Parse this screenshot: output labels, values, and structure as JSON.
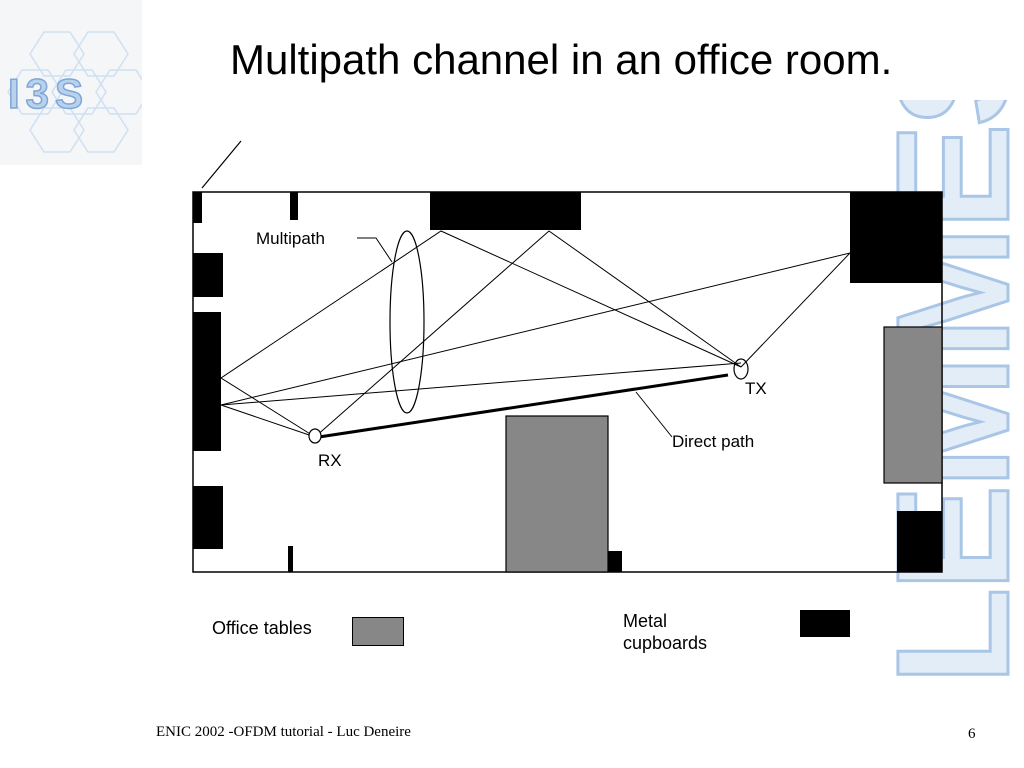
{
  "slide": {
    "title": "Multipath channel in an office room.",
    "footer_left": "ENIC 2002 -OFDM tutorial - Luc Deneire",
    "page_number": "6"
  },
  "logos": {
    "left": {
      "text": "I3S",
      "icon": "i3s-logo-icon"
    },
    "right": {
      "text": "LEMMES",
      "icon": "lemmes-watermark-icon"
    }
  },
  "diagram": {
    "labels": {
      "multipath": "Multipath",
      "tx": "TX",
      "rx": "RX",
      "direct_path": "Direct path"
    }
  },
  "legend": {
    "tables_label": "Office tables",
    "cupboards_label": "Metal cupboards"
  },
  "colors": {
    "office_table": "#878787",
    "metal_cupboard": "#000000",
    "logo_fill": "#cfe0f2",
    "logo_stroke": "#9fbce0"
  }
}
